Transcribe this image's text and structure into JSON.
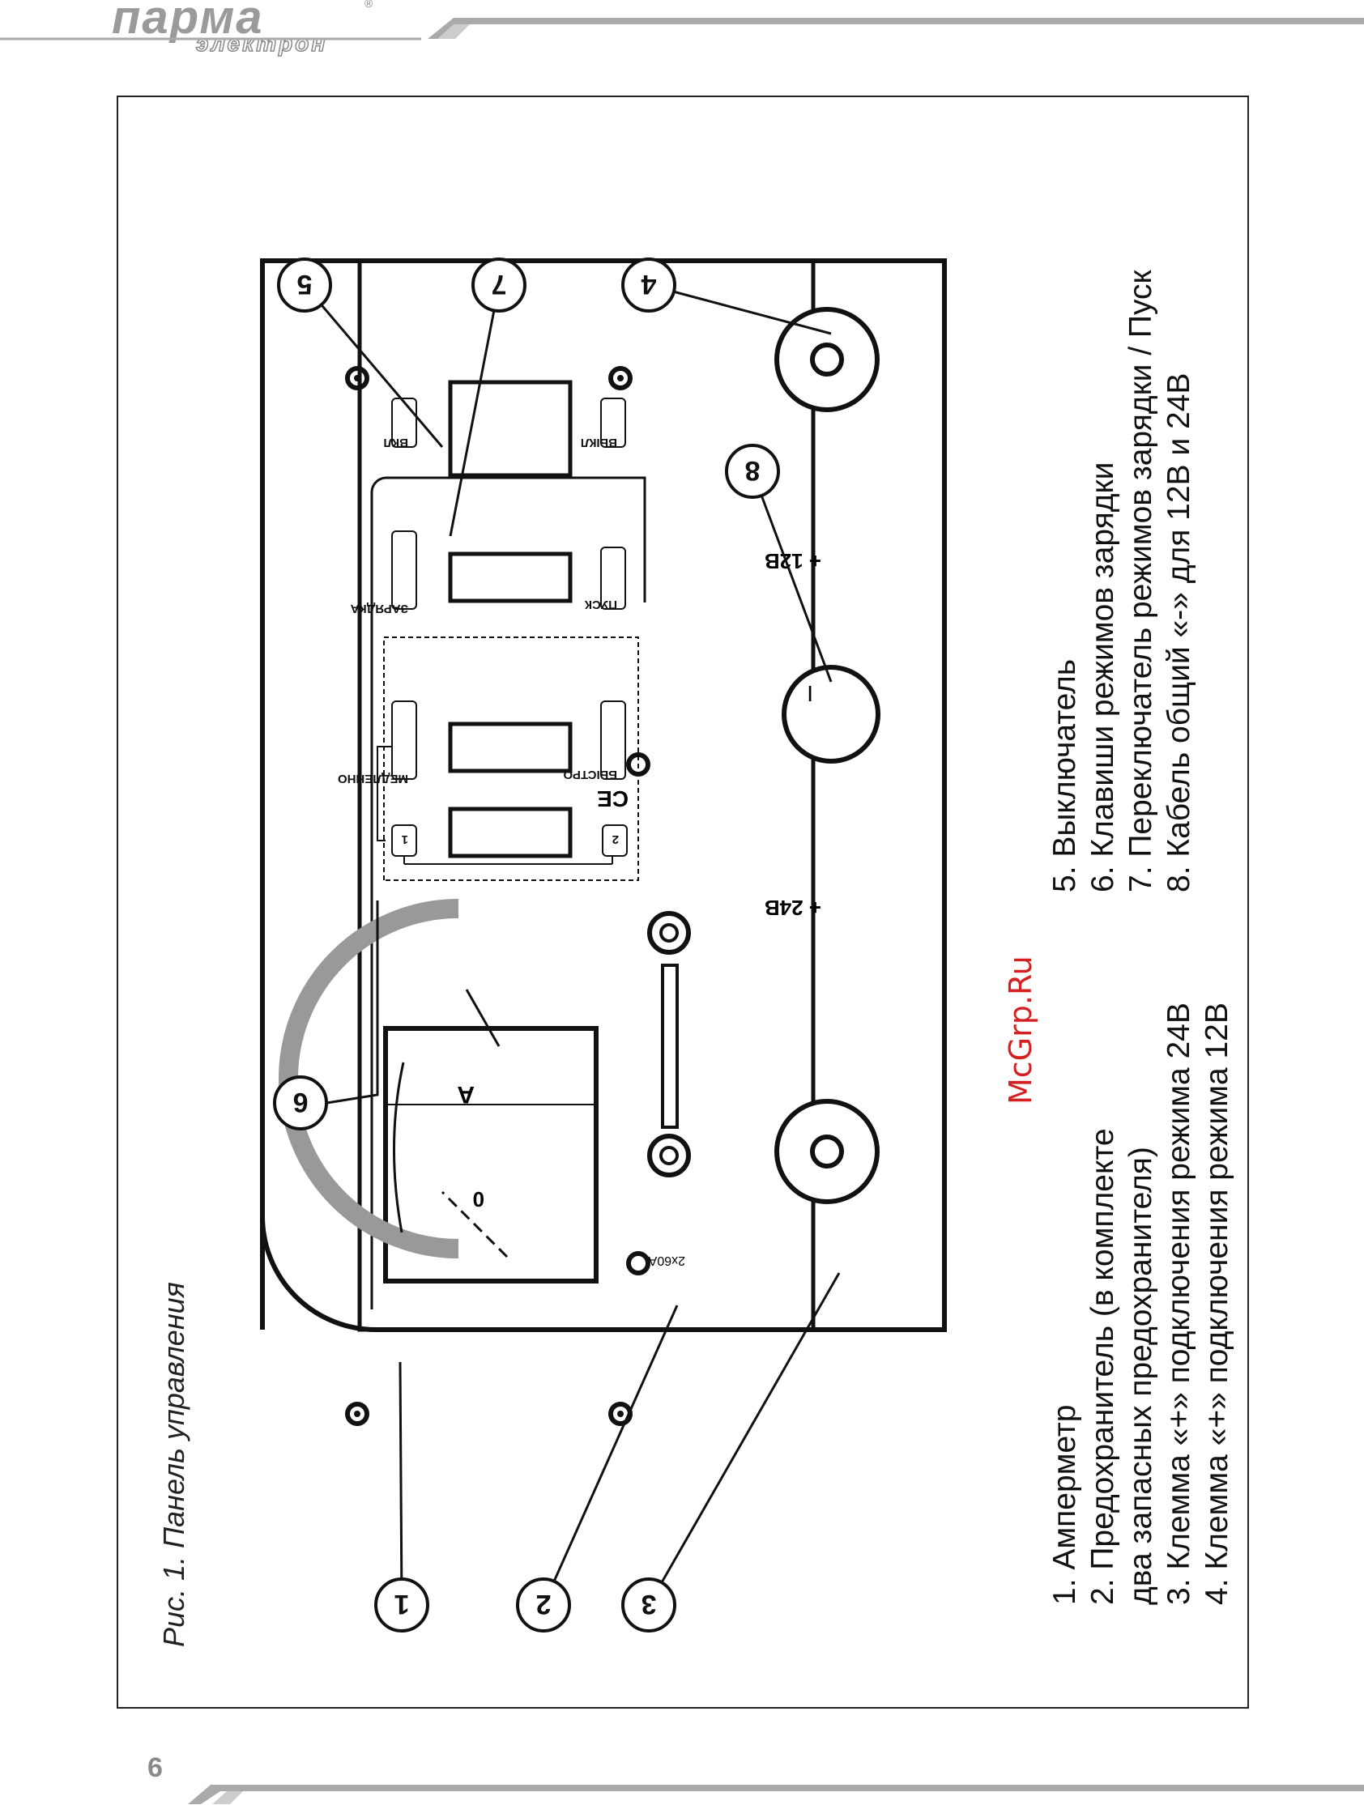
{
  "header": {
    "brand": "парма",
    "brand_sub": "электрон",
    "registered_mark": "®"
  },
  "page_number": "6",
  "figure": {
    "caption": "Рис. 1. Панель управления",
    "callouts": [
      "1",
      "2",
      "3",
      "4",
      "5",
      "6",
      "7",
      "8"
    ],
    "panel_labels": {
      "switch_on": "ВКЛ",
      "switch_off": "ВЫКЛ",
      "charge": "ЗАРЯДКА",
      "start": "ПУСК",
      "slow": "МЕДЛЕННО",
      "fast": "БЫСТРО",
      "mode_1": "1",
      "mode_2": "2",
      "ammeter_unit": "А",
      "ammeter_zero": "0",
      "fuse_rating": "2x60A",
      "terminal_24v": "+ 24В",
      "terminal_12v": "+ 12В",
      "ce_mark": "CE",
      "common_mark": "I"
    }
  },
  "legend": {
    "left": [
      "1.  Амперметр",
      "2.  Предохранитель (в комплекте",
      "два запасных предохранителя)",
      "3.  Клемма «+» подключения режима 24В",
      "4.  Клемма «+» подключения режима 12В"
    ],
    "right": [
      "5.  Выключатель",
      "6.  Клавиши режимов зарядки",
      "7.  Переключатель режимов зарядки / Пуск",
      "8.  Кабель общий «-» для 12В и 24В"
    ]
  },
  "watermark": "McGrp.Ru"
}
